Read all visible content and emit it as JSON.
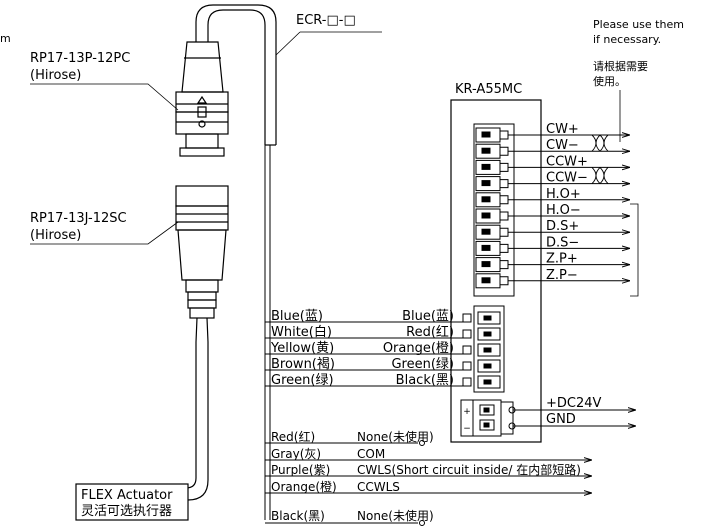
{
  "header": {
    "note_en_1": "Please use them",
    "note_en_2": "if necessary.",
    "note_cn_1": "请根据需要",
    "note_cn_2": "使用。",
    "corner_fragment": "m"
  },
  "cable_label": "ECR-□-□",
  "connectors": {
    "plug_part": "RP17-13P-12PC",
    "plug_maker": "(Hirose)",
    "jack_part": "RP17-13J-12SC",
    "jack_maker": "(Hirose)"
  },
  "driver_name": "KR-A55MC",
  "driver_signals": [
    "CW+",
    "CW−",
    "CCW+",
    "CCW−",
    "H.O+",
    "H.O−",
    "D.S+",
    "D.S−",
    "Z.P+",
    "Z.P−"
  ],
  "power": {
    "dc": "+DC24V",
    "gnd": "GND"
  },
  "wires_left": [
    "Blue(蓝)",
    "White(白)",
    "Yellow(黄)",
    "Brown(褐)",
    "Green(绿)"
  ],
  "wires_right": [
    "Blue(蓝)",
    "Red(红)",
    "Orange(橙)",
    "Green(绿)",
    "Black(黑)"
  ],
  "lower_wires": [
    {
      "color": "Red(红)",
      "desc": "None(未使用)"
    },
    {
      "color": "Gray(灰)",
      "desc": "COM"
    },
    {
      "color": "Purple(紫)",
      "desc": "CWLS(Short circuit inside/ 在内部短路)"
    },
    {
      "color": "Orange(橙)",
      "desc": "CCWLS"
    }
  ],
  "black_wire": {
    "color": "Black(黑)",
    "desc": "None(未使用)"
  },
  "actuator": {
    "line1": "FLEX Actuator",
    "line2": "灵活可选执行器"
  }
}
